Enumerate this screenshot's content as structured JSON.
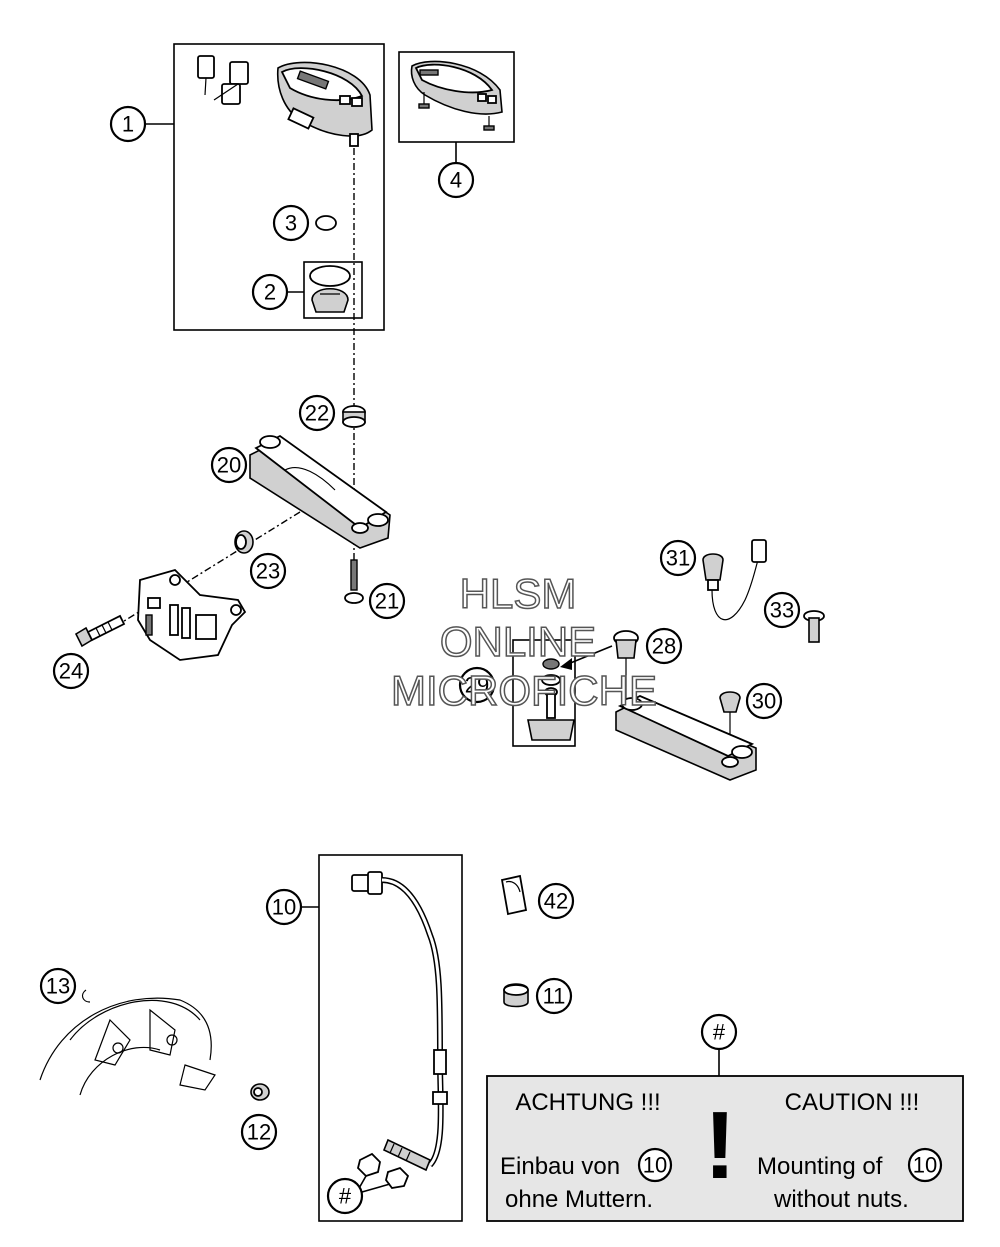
{
  "watermark": {
    "line1": "HLSM",
    "line2": "ONLINE",
    "line3": "MICROFICHE"
  },
  "callouts": {
    "c1": "1",
    "c2": "2",
    "c3": "3",
    "c4": "4",
    "c10": "10",
    "c11": "11",
    "c12": "12",
    "c13": "13",
    "c20": "20",
    "c21": "21",
    "c22": "22",
    "c23": "23",
    "c24": "24",
    "c28": "28",
    "c29": "29",
    "c30": "30",
    "c31": "31",
    "c33": "33",
    "c42": "42",
    "hash_top": "#",
    "hash_bottom": "#"
  },
  "caution": {
    "de_title": "ACHTUNG !!!",
    "en_title": "CAUTION !!!",
    "mark": "!",
    "de_line1": "Einbau von",
    "de_line2": "ohne Muttern.",
    "en_line1": "Mounting of",
    "en_line2": "without nuts.",
    "ref": "10"
  }
}
